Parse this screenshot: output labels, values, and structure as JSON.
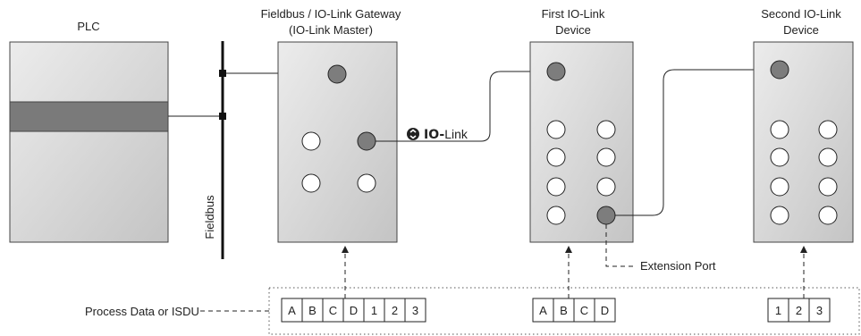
{
  "labels": {
    "plc": "PLC",
    "gateway_line1": "Fieldbus / IO-Link Gateway",
    "gateway_line2": "(IO-Link Master)",
    "first_device_line1": "First IO-Link",
    "first_device_line2": "Device",
    "second_device_line1": "Second IO-Link",
    "second_device_line2": "Device",
    "fieldbus": "Fieldbus",
    "io_bold": "IO-",
    "io_link": "Link",
    "extension_port": "Extension Port",
    "process_data": "Process Data or ISDU"
  },
  "process_data": {
    "gateway_cells": [
      "A",
      "B",
      "C",
      "D",
      "1",
      "2",
      "3"
    ],
    "first_device_cells": [
      "A",
      "B",
      "C",
      "D"
    ],
    "second_device_cells": [
      "1",
      "2",
      "3"
    ]
  },
  "colors": {
    "box_fill_top": "#e6e6e6",
    "box_fill_bottom": "#c8c8c8",
    "plc_band": "#7a7a7a",
    "port_active": "#7d7d7d",
    "port_idle": "#ffffff",
    "line": "#222222"
  },
  "icons": {
    "iolink_logo": "iolink-logo-icon"
  }
}
